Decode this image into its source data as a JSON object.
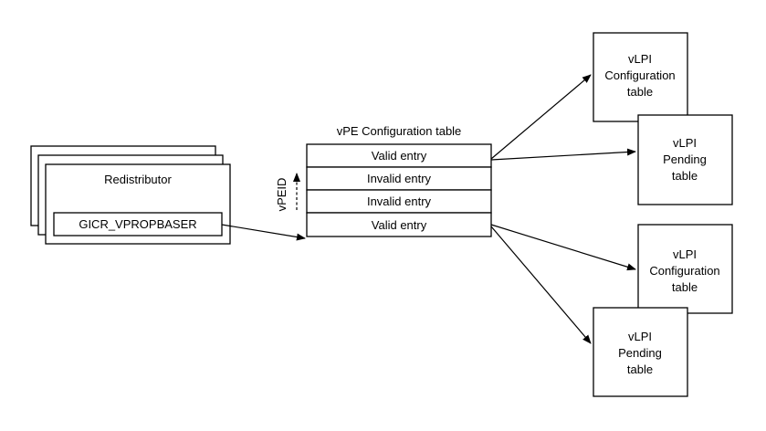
{
  "redistributor": {
    "title": "Redistributor",
    "register": "GICR_VPROPBASER"
  },
  "vpe_table": {
    "title": "vPE Configuration table",
    "entries": [
      "Valid entry",
      "Invalid entry",
      "Invalid entry",
      "Valid entry"
    ],
    "axis_label": "vPEID"
  },
  "tables": {
    "config_top": [
      "vLPI",
      "Configuration",
      "table"
    ],
    "pending_top": [
      "vLPI",
      "Pending",
      "table"
    ],
    "config_bottom": [
      "vLPI",
      "Configuration",
      "table"
    ],
    "pending_bottom": [
      "vLPI",
      "Pending",
      "table"
    ]
  }
}
